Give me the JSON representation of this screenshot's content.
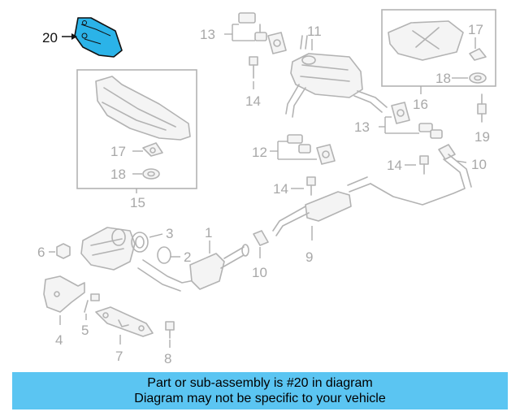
{
  "callouts": {
    "c1": "1",
    "c2": "2",
    "c3": "3",
    "c4": "4",
    "c5": "5",
    "c6": "6",
    "c7": "7",
    "c8": "8",
    "c9": "9",
    "c10a": "10",
    "c10b": "10",
    "c11": "11",
    "c12": "12",
    "c13a": "13",
    "c13b": "13",
    "c14a": "14",
    "c14b": "14",
    "c14c": "14",
    "c15": "15",
    "c16": "16",
    "c17a": "17",
    "c17b": "17",
    "c18a": "18",
    "c18b": "18",
    "c19": "19",
    "c20": "20"
  },
  "highlight": {
    "part_number": "20",
    "color": "#2bb3e8"
  },
  "banner": {
    "line1": "Part or sub-assembly is #20 in diagram",
    "line2": "Diagram may not be specific to your vehicle",
    "color": "#5bc5f2"
  }
}
